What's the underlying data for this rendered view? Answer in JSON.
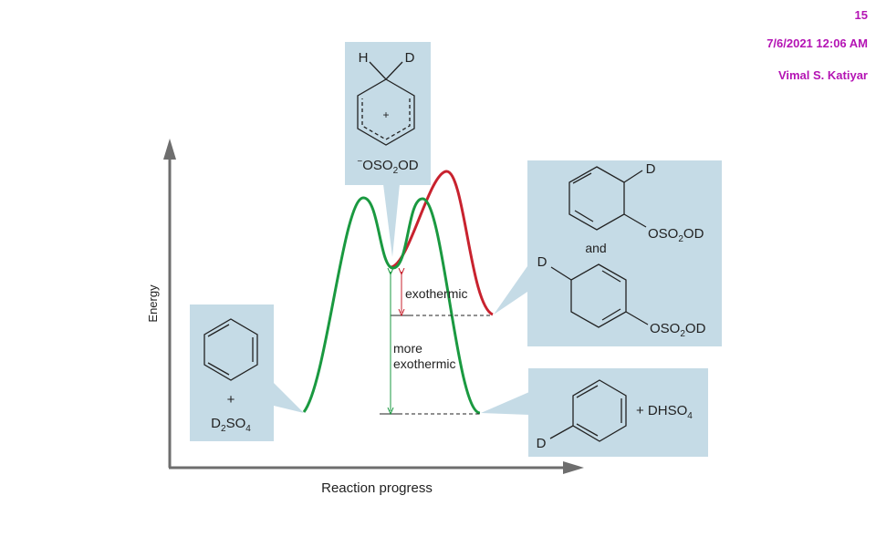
{
  "header": {
    "slide_number": "15",
    "datetime": "7/6/2021 12:06 AM",
    "author": "Vimal S. Katiyar"
  },
  "axes": {
    "y_label": "Energy",
    "x_label": "Reaction progress"
  },
  "reactants": {
    "plus": "+",
    "reagent_prefix": "D",
    "reagent_sub1": "2",
    "reagent_mid": "SO",
    "reagent_sub2": "4"
  },
  "intermediate": {
    "h_label": "H",
    "d_label": "D",
    "charge": "+",
    "counterion_charge": "−",
    "counterion_a": "OSO",
    "counterion_sub": "2",
    "counterion_b": "OD"
  },
  "addition_products": {
    "top_d": "D",
    "top_group": "OSO",
    "top_group_sub": "2",
    "top_group_end": "OD",
    "conjunction": "and",
    "bottom_d": "D",
    "bottom_group": "OSO",
    "bottom_group_sub": "2",
    "bottom_group_end": "OD"
  },
  "substitution_products": {
    "d_label": "D",
    "byproduct_a": "+ DHSO",
    "byproduct_sub": "4"
  },
  "energy_labels": {
    "exothermic": "exothermic",
    "more_line1": "more",
    "more_line2": "exothermic"
  },
  "colors": {
    "callout_fill": "#c5dbe6",
    "substitution_curve": "#1a9940",
    "addition_curve": "#c8222e",
    "axis": "#6e6e6e",
    "meta_text": "#b414b4"
  }
}
